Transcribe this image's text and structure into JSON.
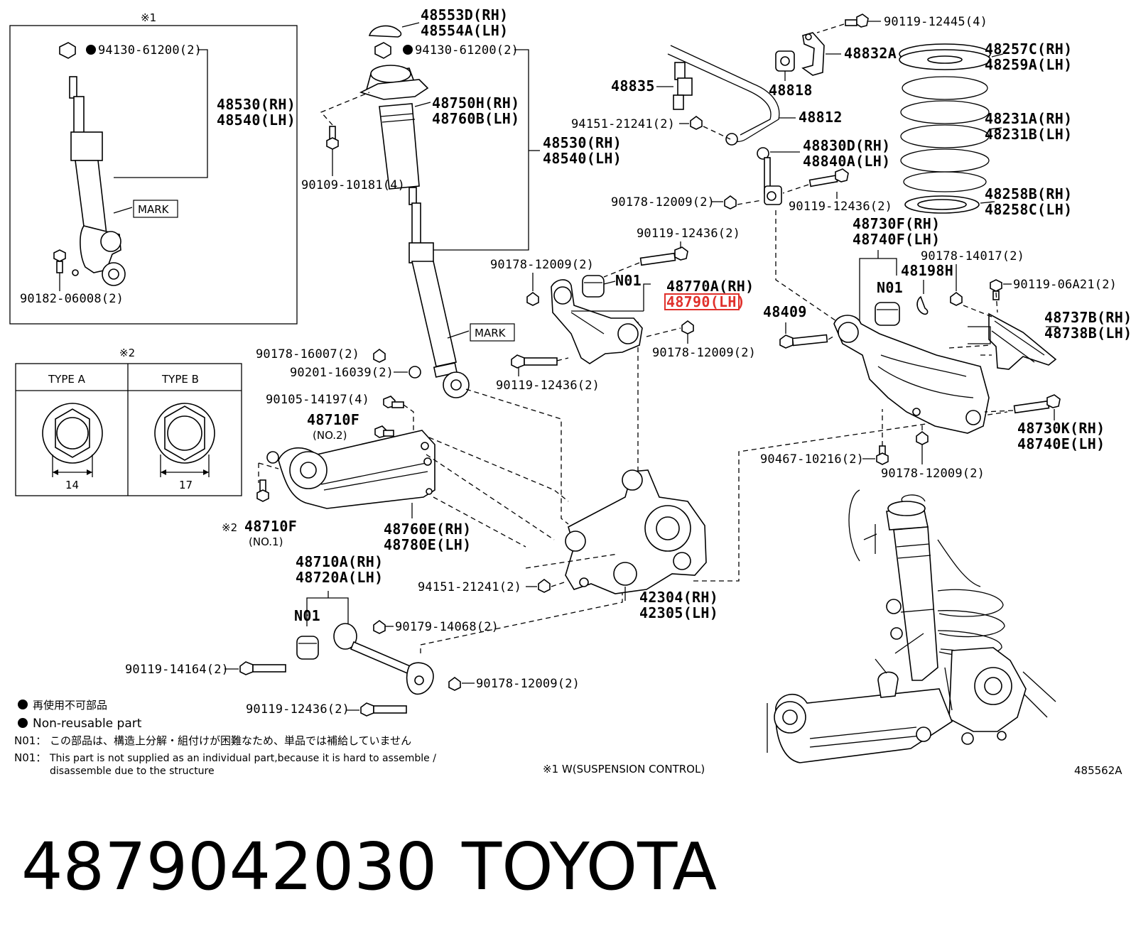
{
  "diagram_id": "485562A",
  "title_part_number": "4879042030",
  "title_brand": "TOYOTA",
  "highlighted": "48790(LH)",
  "boxes": {
    "box1_mark": "※1",
    "box2_mark": "※2",
    "type_a": "TYPE A",
    "type_b": "TYPE B",
    "size_a": "14",
    "size_b": "17"
  },
  "labels": {
    "l01": "94130-61200(2)",
    "l02": "48530(RH)",
    "l03": "48540(LH)",
    "l04": "MARK",
    "l05": "90182-06008(2)",
    "l06": "48553D(RH)",
    "l07": "48554A(LH)",
    "l08": "94130-61200(2)",
    "l09": "48750H(RH)",
    "l10": "48760B(LH)",
    "l11": "48530(RH)",
    "l12": "48540(LH)",
    "l13": "90109-10181(4)",
    "l14": "MARK",
    "l15": "90178-16007(2)",
    "l16": "90201-16039(2)",
    "l17": "90105-14197(4)",
    "l18": "48710F",
    "l19": "(NO.2)",
    "l20": "※2",
    "l21": "48710F",
    "l22": "(NO.1)",
    "l23": "48760E(RH)",
    "l24": "48780E(LH)",
    "l25": "48710A(RH)",
    "l26": "48720A(LH)",
    "l27": "N01",
    "l28": "90179-14068(2)",
    "l29": "90119-14164(2)",
    "l30": "90178-12009(2)",
    "l31": "90119-12436(2)",
    "l32": "94151-21241(2)",
    "l33": "42304(RH)",
    "l34": "42305(LH)",
    "l35": "90178-12009(2)",
    "l36": "N01",
    "l37": "48770A(RH)",
    "l38": "48790(LH)",
    "l39": "90178-12009(2)",
    "l40": "90119-12436(2)",
    "l41": "90119-12436(2)",
    "l42": "48835",
    "l43": "48818",
    "l44": "48832A",
    "l45": "90119-12445(4)",
    "l46": "94151-21241(2)",
    "l47": "48812",
    "l48": "48830D(RH)",
    "l49": "48840A(LH)",
    "l50": "90178-12009(2)",
    "l51": "90119-12436(2)",
    "l52": "48257C(RH)",
    "l53": "48259A(LH)",
    "l54": "48231A(RH)",
    "l55": "48231B(LH)",
    "l56": "48258B(RH)",
    "l57": "48258C(LH)",
    "l58": "48730F(RH)",
    "l59": "48740F(LH)",
    "l60": "N01",
    "l61": "48198H",
    "l62": "90178-14017(2)",
    "l63": "90119-06A21(2)",
    "l64": "48409",
    "l65": "48737B(RH)",
    "l66": "48738B(LH)",
    "l67": "48730K(RH)",
    "l68": "48740E(LH)",
    "l69": "90467-10216(2)",
    "l70": "90178-12009(2)"
  },
  "notes": {
    "jp_nonreusable": "再使用不可部品",
    "en_nonreusable": "Non-reusable part",
    "n01_prefix": "N01：",
    "n01_jp": "この部品は、構造上分解・組付けが困難なため、単品では補給していません",
    "n01_prefix2": "N01：",
    "n01_en1": "This part is not supplied as an individual part,because it is hard to assemble /",
    "n01_en2": "disassemble due to the structure",
    "footnote1": "※1 W(SUSPENSION CONTROL)"
  }
}
